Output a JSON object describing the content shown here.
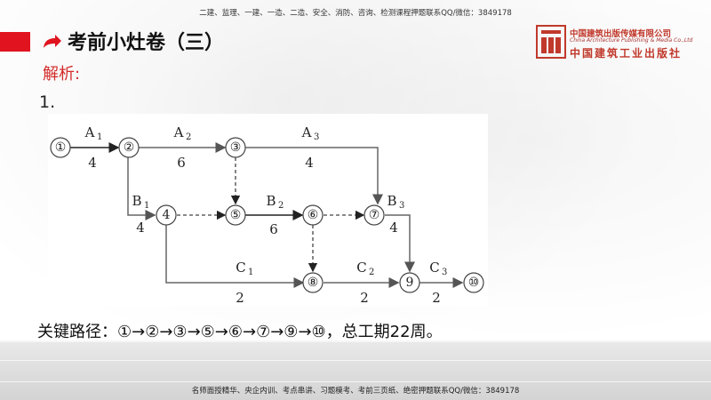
{
  "header": {
    "banner": "二建、监理、一建、一造、二造、安全、消防、咨询、检测课程押题联系QQ/微信：3849178",
    "title": "考前小灶卷（三）"
  },
  "logo": {
    "name_cn": "中国建筑出版传媒有限公司",
    "name_en": "China Architecture Publishing & Media Co.,Ltd",
    "name_cn2": "中国建筑工业出版社"
  },
  "content": {
    "analysis_label": "解析:",
    "item_number": "1.",
    "summary": "关键路径：①→②→③→⑤→⑥→⑦→⑨→⑩，总工期22周。"
  },
  "network": {
    "nodes": [
      "①",
      "②",
      "③",
      "4",
      "⑤",
      "⑥",
      "⑦",
      "⑧",
      "9",
      "⑩"
    ],
    "activities": [
      {
        "name": "A",
        "sub": "1",
        "duration": "4"
      },
      {
        "name": "A",
        "sub": "2",
        "duration": "6"
      },
      {
        "name": "A",
        "sub": "3",
        "duration": "4"
      },
      {
        "name": "B",
        "sub": "1",
        "duration": "4"
      },
      {
        "name": "B",
        "sub": "2",
        "duration": "6"
      },
      {
        "name": "B",
        "sub": "3",
        "duration": "4"
      },
      {
        "name": "C",
        "sub": "1",
        "duration": "2"
      },
      {
        "name": "C",
        "sub": "2",
        "duration": "2"
      },
      {
        "name": "C",
        "sub": "3",
        "duration": "2"
      }
    ]
  },
  "footer": {
    "banner": "名师面授精华、央企内训、考点串讲、习题模考、考前三页纸、绝密押题联系QQ/微信：3849178"
  },
  "colors": {
    "accent_red": "#e0131f",
    "analysis_red": "#d42a2a"
  }
}
